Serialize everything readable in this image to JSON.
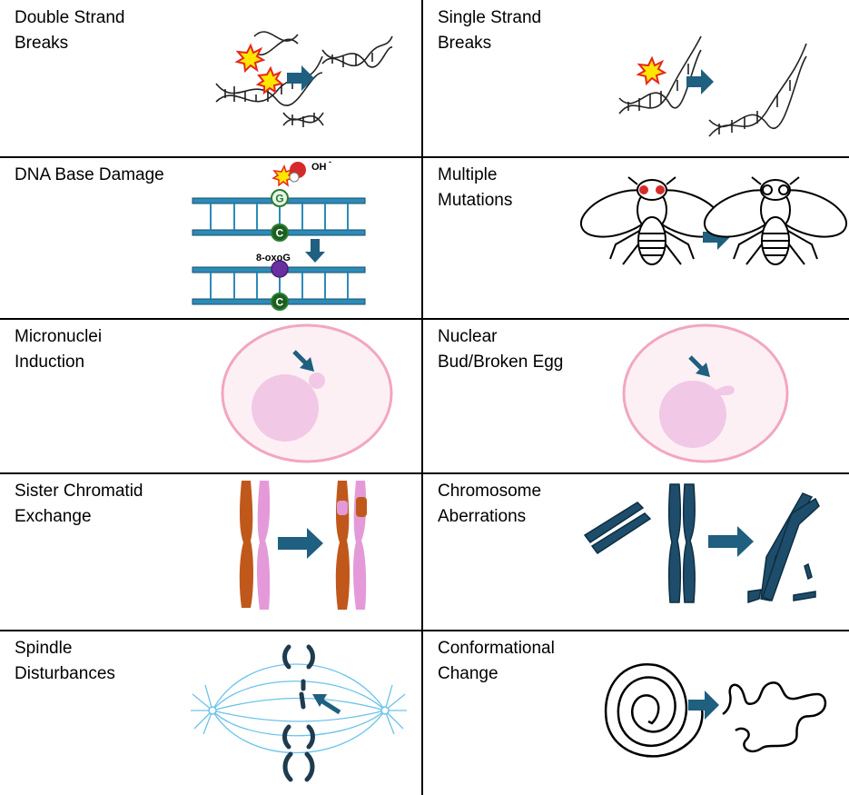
{
  "panels": [
    {
      "label": "Double Strand\nBreaks"
    },
    {
      "label": "Single Strand\nBreaks"
    },
    {
      "label": "DNA Base Damage"
    },
    {
      "label": "Multiple\nMutations"
    },
    {
      "label": "Micronuclei\nInduction"
    },
    {
      "label": "Nuclear\nBud/Broken Egg"
    },
    {
      "label": "Sister Chromatid\nExchange"
    },
    {
      "label": "Chromosome\nAberrations"
    },
    {
      "label": "Spindle\nDisturbances"
    },
    {
      "label": "Conformational\nChange"
    }
  ],
  "base_damage": {
    "oh_label": "OH",
    "oh_charge": "-",
    "base_g": "G",
    "base_c": "C",
    "oxo_label": "8-oxoG"
  },
  "colors": {
    "arrow": "#1f5f7f",
    "dna": "#222222",
    "ladder": "#2c8bb8",
    "ladder_edge": "#1a4f6a",
    "guanine_fill": "#e8f5e9",
    "base_ring": "#2e7d32",
    "oxo_g": "#6a2fa0",
    "cell_membrane": "#f2a7bd",
    "cell_fill": "#fdf0f5",
    "nucleus": "#f1c8e6",
    "chromatid_orange": "#c0581c",
    "chromatid_pink": "#e49ad8",
    "chromosome_blue": "#1e4d6b",
    "spindle": "#6cc3ea",
    "burst_red": "#e8261c",
    "burst_yellow": "#ffe600"
  }
}
